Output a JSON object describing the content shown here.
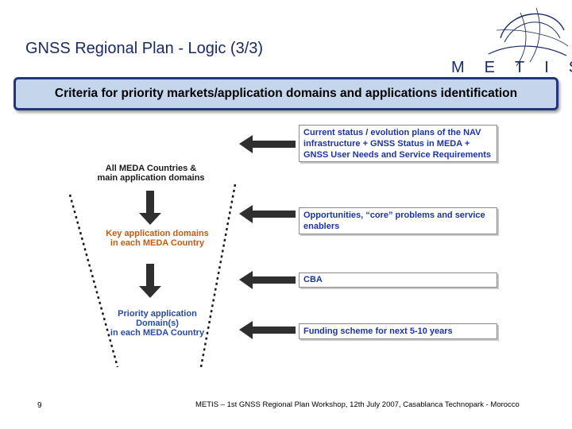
{
  "slide": {
    "title": "GNSS Regional Plan - Logic (3/3)",
    "logo_text": "METIS",
    "banner": "Criteria for priority markets/application domains and applications identification",
    "stages": [
      {
        "line1": "All MEDA Countries &",
        "line2": "main application domains",
        "color": "#1a1a1a"
      },
      {
        "line1": "Key application domains",
        "line2": "in each MEDA Country",
        "color": "#c85a10"
      },
      {
        "line1": "Priority application",
        "line2": "Domain(s)",
        "line3": "in each MEDA Country",
        "color": "#2a4aa8"
      }
    ],
    "criteria": [
      {
        "lines": [
          "Current status / evolution plans of the NAV",
          "infrastructure + GNSS Status in MEDA +",
          "GNSS User Needs and Service Requirements"
        ]
      },
      {
        "lines": [
          "Opportunities, “core” problems and service",
          "enablers"
        ]
      },
      {
        "lines": [
          "CBA"
        ]
      },
      {
        "lines": [
          "Funding scheme for next 5-10 years"
        ]
      }
    ],
    "footer": {
      "page_number": "9",
      "text": "METIS – 1st GNSS Regional Plan Workshop, 12th July 2007, Casablanca Technopark - Morocco"
    }
  }
}
